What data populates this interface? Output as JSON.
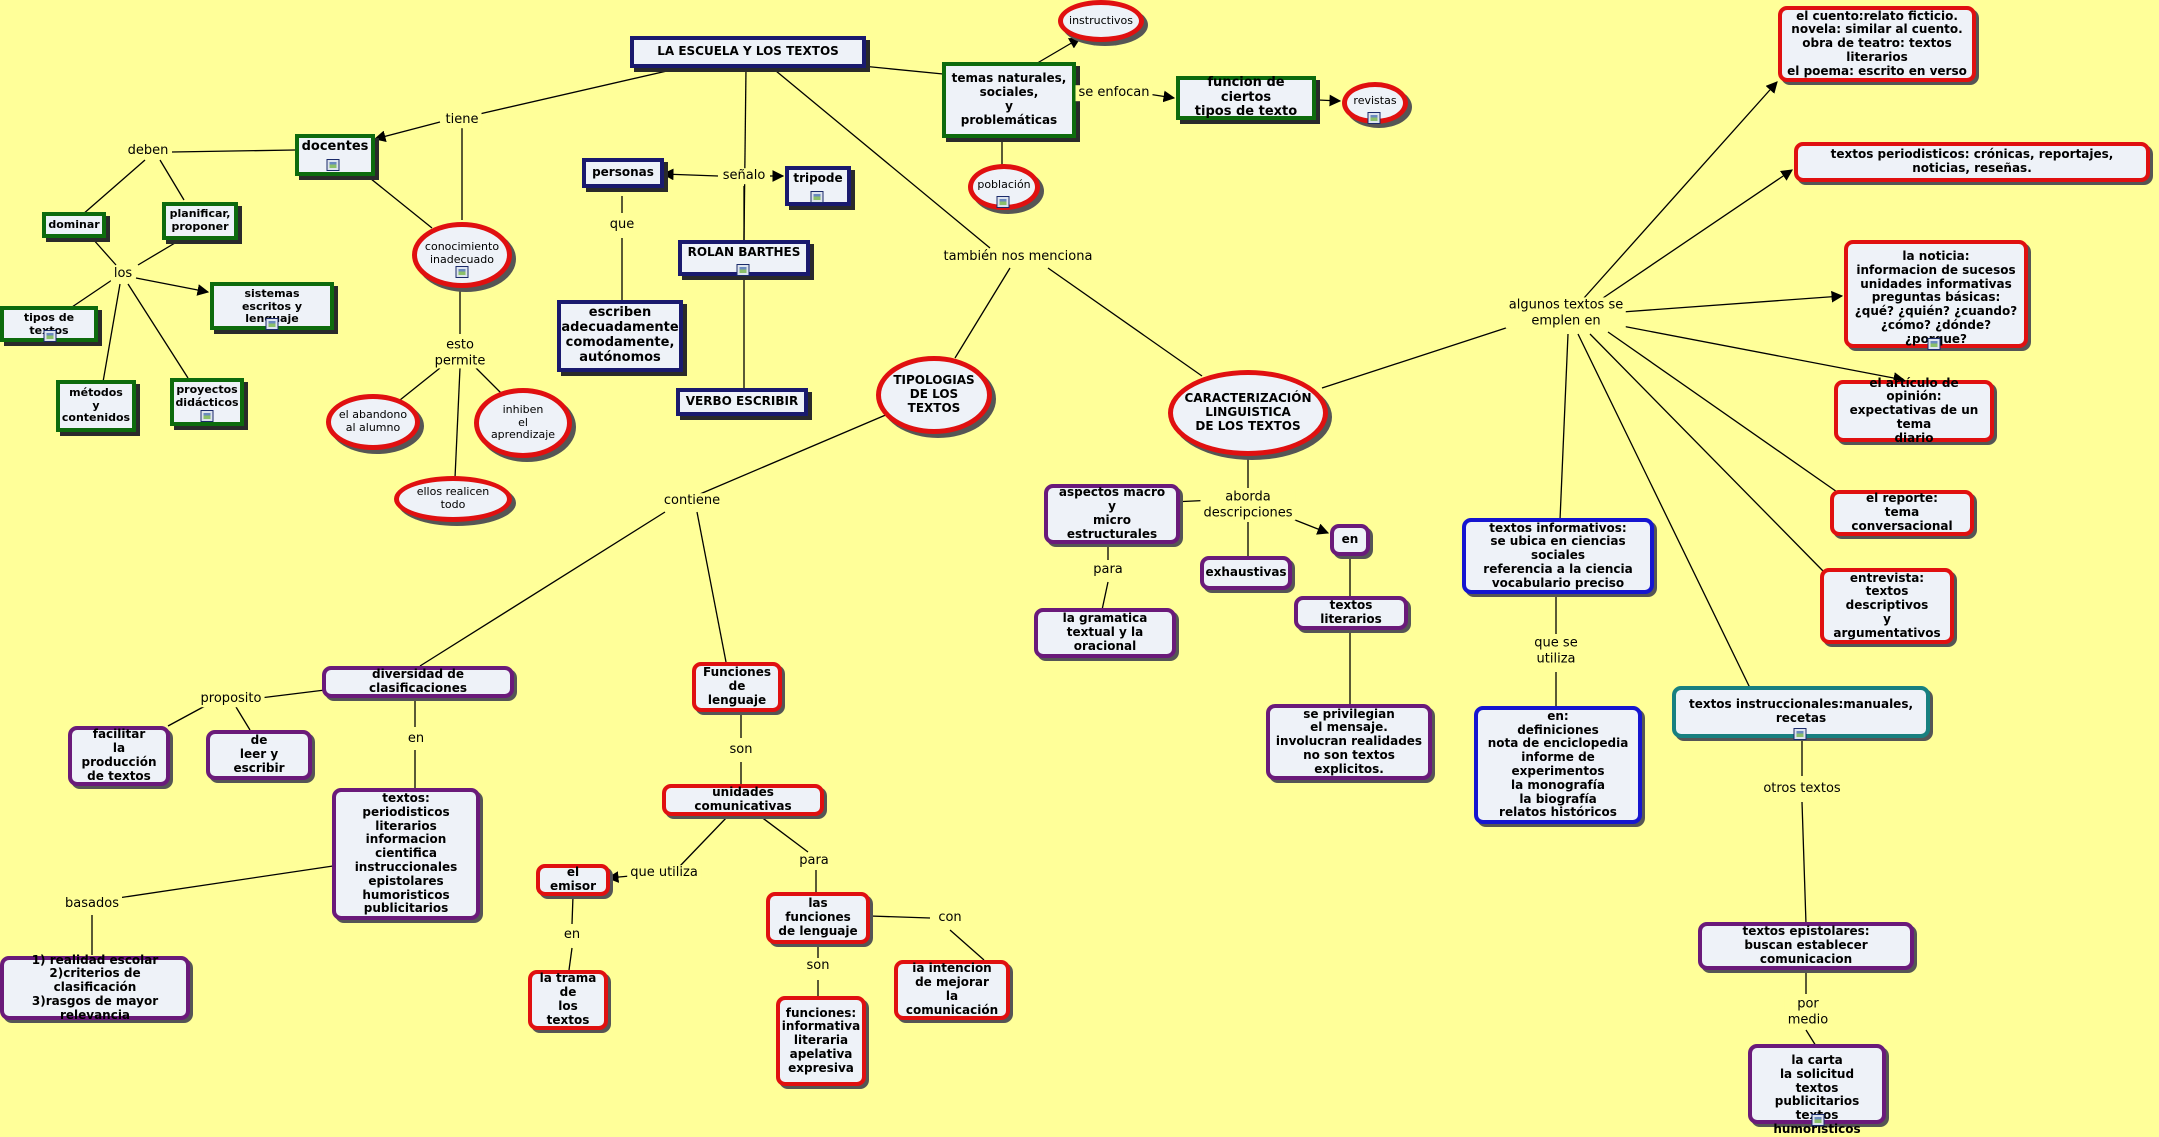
{
  "nodes": {
    "root": "LA ESCUELA Y LOS TEXTOS",
    "temas": "temas naturales,\nsociales,\ny\nproblemáticas",
    "instructivos": "instructivos",
    "funcion": "funcion de ciertos\ntipos de texto",
    "revistas": "revistas",
    "poblacion": "población",
    "docentes": "docentes",
    "personas": "personas",
    "tripode": "tripode",
    "rolan": "ROLAN BARTHES",
    "verbo": "VERBO ESCRIBIR",
    "escriben": "escriben\nadecuadamente\ncomodamente,\nautónomos",
    "conocimiento": "conocimiento\ninadecuado",
    "abandono": "el abandono\nal alumno",
    "inhiben": "inhiben\nel\naprendizaje",
    "realicen": "ellos realicen todo",
    "dominar": "dominar",
    "planificar": "planificar,\nproponer",
    "tiposTextos": "tipos de textos",
    "sistemas": "sistemas\nescritos y lenguaje",
    "metodos": "métodos\ny\ncontenidos",
    "proyectos": "proyectos\ndidácticos",
    "tipologias": "TIPOLOGIAS\nDE LOS\nTEXTOS",
    "caracterizacion": "CARACTERIZACIÓN\nLINGUISTICA\nDE LOS TEXTOS",
    "diversidad": "diversidad de clasificaciones",
    "funciones": "Funciones\nde lenguaje",
    "facilitar": "facilitar\nla producción\nde textos",
    "leer": "de\nleer y escribir",
    "textosTipos": "textos:\nperiodisticos\nliterarios\ninformacion cientifica\ninstruccionales\nepistolares\nhumoristicos\npublicitarios",
    "realidad": "1) realidad escolar\n2)criterios de clasificación\n3)rasgos de mayor relevancia",
    "unidades": "unidades comunicativas",
    "emisor": "el emisor",
    "trama": "la trama\nde\nlos textos",
    "lasFunciones": "las funciones\nde lenguaje",
    "intencion": "ia intencion\nde  mejorar\nla comunicación",
    "funcionesList": "funciones:\ninformativa\nliteraria\napelativa\nexpresiva",
    "aspectos": "aspectos macro\ny\nmicro estructurales",
    "gramatica": "la gramatica\ntextual y la oracional",
    "exhaustivas": "exhaustivas",
    "en": "en",
    "literarios": "textos literarios",
    "privilegian": "se privilegian\nel mensaje.\ninvolucran realidades\nno son textos explicitos.",
    "informativos": "textos informativos:\nse ubica en ciencias sociales\nreferencia  a la ciencia\nvocabulario preciso",
    "definiciones": "en:\ndefiniciones\nnota de enciclopedia\ninforme de experimentos\nla monografía\nla biografía\nrelatos  históricos",
    "cuento": "el cuento:relato ficticio.\nnovela: similar al cuento.\nobra de teatro: textos literarios\nel poema: escrito en verso",
    "periodisticos": "textos periodisticos: crónicas, reportajes, noticias, reseñas.",
    "noticia": "la noticia:\ninformacion de sucesos\nunidades informativas\npreguntas básicas:\n¿qué? ¿quién? ¿cuando?\n¿cómo? ¿dónde? ¿porque?",
    "opinion": "el artículo de opinión:\nexpectativas de un tema\ndiario",
    "reporte": "el reporte:\ntema conversacional",
    "entrevista": "entrevista:\ntextos descriptivos\ny\nargumentativos",
    "instruccionales": "textos instruccionales:manuales, recetas",
    "epistolares": "textos epistolares:\nbuscan establecer comunicacion",
    "carta": "la carta\nla solicitud\ntextos publicitarios\ntextos humoristicos"
  },
  "links": {
    "tiene": "tiene",
    "deben": "deben",
    "los": "los",
    "esto": "esto\npermite",
    "senalo": "señalo",
    "que": "que",
    "enfocan": "se enfocan",
    "menciona": "también nos menciona",
    "contiene": "contiene",
    "proposito": "proposito",
    "en1": "en",
    "basados": "basados",
    "son1": "son",
    "queUtiliza": "que utiliza",
    "para1": "para",
    "en2": "en",
    "son2": "son",
    "con": "con",
    "aborda": "aborda\ndescripciones",
    "para2": "para",
    "algunos": "algunos textos se\nemplen en",
    "queSeUtiliza": "que se\nutiliza",
    "otros": "otros textos",
    "porMedio": "por\nmedio"
  }
}
